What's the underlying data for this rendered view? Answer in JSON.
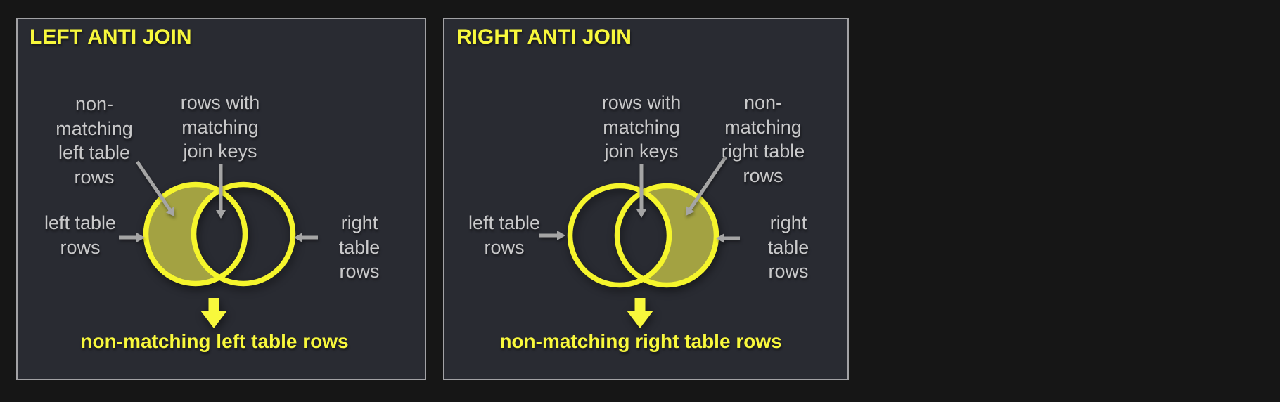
{
  "colors": {
    "page_bg": "#161616",
    "panel_bg": "#292B32",
    "panel_border": "#A2A2A5",
    "title_yellow": "#F8F83C",
    "circle_stroke": "#F5F52C",
    "crescent_fill": "#A3A242",
    "label_gray": "#C9C9CA",
    "arrow_gray": "#A5A5A5"
  },
  "panels": {
    "left": {
      "title": "LEFT ANTI JOIN",
      "label_non_matching": "non-\nmatching\nleft table\nrows",
      "label_matching": "rows with\nmatching\njoin keys",
      "label_left_table": "left table\nrows",
      "label_right_table": "right table\nrows",
      "caption": "non-matching left table rows",
      "shaded_region": "left crescent"
    },
    "right": {
      "title": "RIGHT ANTI JOIN",
      "label_matching": "rows with\nmatching\njoin keys",
      "label_non_matching": "non-\nmatching\nright table\nrows",
      "label_left_table": "left table\nrows",
      "label_right_table": "right table\nrows",
      "caption": "non-matching right table rows",
      "shaded_region": "right crescent"
    }
  }
}
